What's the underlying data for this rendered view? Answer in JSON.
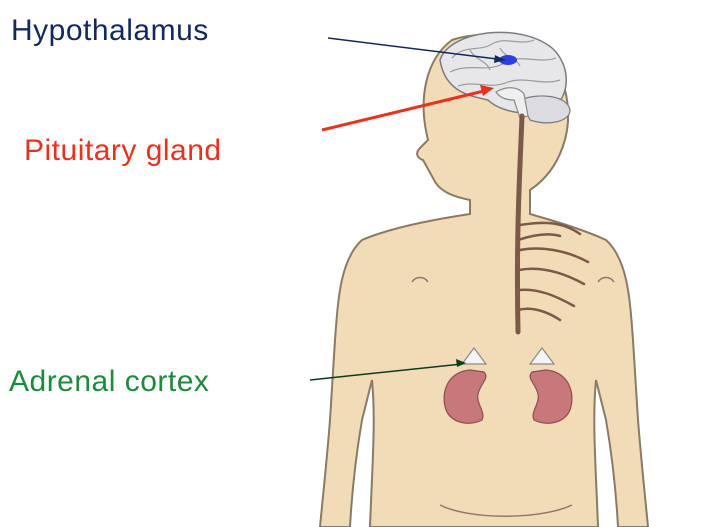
{
  "labels": {
    "hypothalamus": "Hypothalamus",
    "pituitary": "Pituitary gland",
    "adrenal": "Adrenal cortex"
  },
  "colors": {
    "hypothalamus": "#13285e",
    "pituitary": "#e8321e",
    "adrenal": "#1d8a3c",
    "skin": "#f2dcb8",
    "outline": "#8a7a66",
    "kidney": "#c8787a",
    "nerve": "#7a5a48",
    "hypothalamus_marker": "#2d3ee0"
  }
}
